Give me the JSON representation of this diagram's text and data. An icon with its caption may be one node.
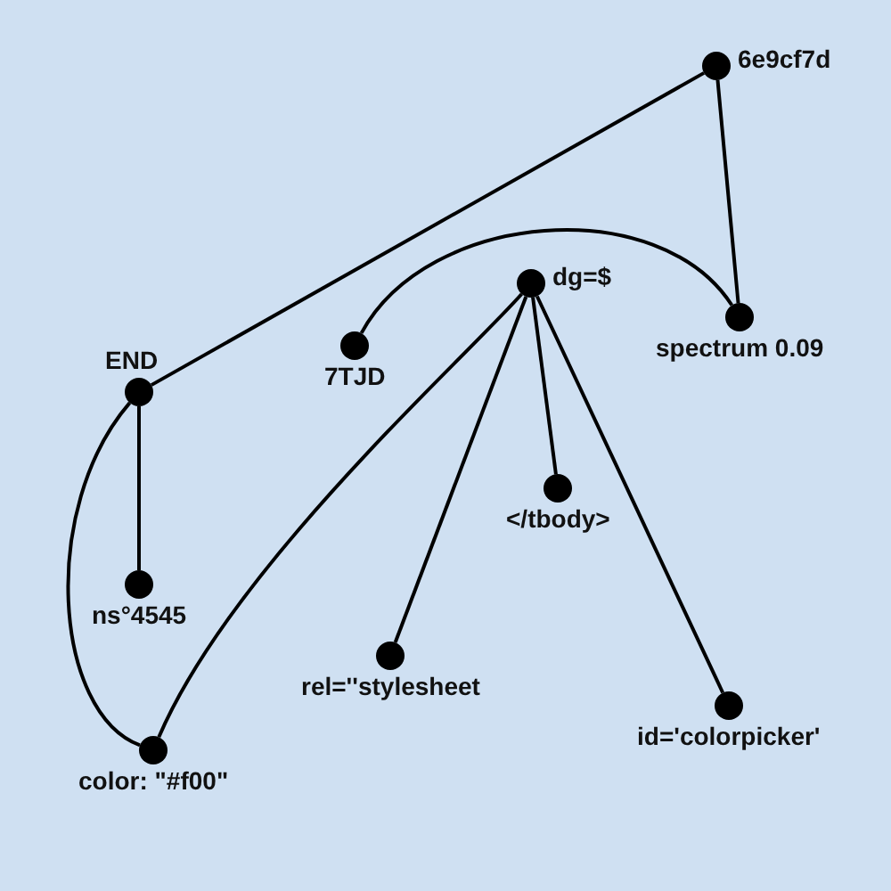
{
  "diagram": {
    "nodes": [
      {
        "text": [
          "6e9cf7d"
        ]
      },
      {
        "text": [
          "dg=$"
        ]
      },
      {
        "text": [
          "spectrum 0.09"
        ]
      },
      {
        "text": [
          "7TJD"
        ]
      },
      {
        "text": [
          "END"
        ]
      },
      {
        "text": [
          "</tbody>"
        ]
      },
      {
        "text": [
          "ns°4545"
        ]
      },
      {
        "text": [
          "rel=''stylesheet"
        ]
      },
      {
        "text": [
          "id='colorpicker'"
        ]
      },
      {
        "text": [
          "color: \"#f00\""
        ]
      }
    ],
    "edges": [
      {
        "from": 0,
        "to": 4,
        "arrow": "none"
      },
      {
        "from": 0,
        "to": 2,
        "arrow": "none"
      },
      {
        "from": 3,
        "to": 2,
        "arrow": "none"
      },
      {
        "from": 1,
        "to": 9,
        "arrow": "none"
      },
      {
        "from": 1,
        "to": 5,
        "arrow": "none"
      },
      {
        "from": 1,
        "to": 7,
        "arrow": "none"
      },
      {
        "from": 1,
        "to": 8,
        "arrow": "none"
      },
      {
        "from": 4,
        "to": 6,
        "arrow": "none"
      },
      {
        "from": 4,
        "to": 9,
        "arrow": "none"
      }
    ]
  }
}
